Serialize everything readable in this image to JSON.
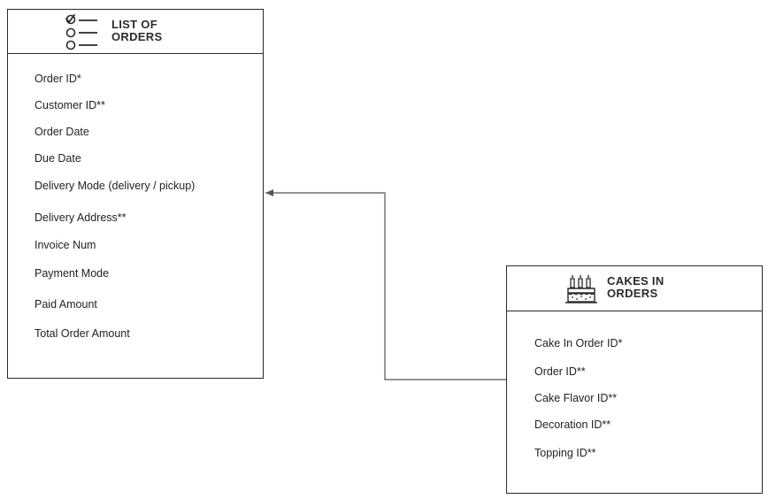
{
  "entities": {
    "orders": {
      "title": "LIST OF\nORDERS",
      "icon": "checklist-icon",
      "fields": [
        "Order ID*",
        "Customer ID**",
        "Order Date",
        "Due Date",
        "Delivery Mode (delivery / pickup)",
        "Delivery Address**",
        "Invoice Num",
        "Payment Mode",
        "Paid Amount",
        "Total Order Amount"
      ]
    },
    "cakes": {
      "title": "CAKES IN\nORDERS",
      "icon": "birthday-cake-icon",
      "fields": [
        "Cake In Order ID*",
        "Order ID**",
        "Cake Flavor ID**",
        "Decoration ID**",
        "Topping ID**"
      ]
    }
  },
  "relationship": {
    "from": "cakes",
    "to": "orders",
    "arrow": "to-orders"
  },
  "colors": {
    "stroke": "#2a2a2a",
    "text": "#222222"
  }
}
